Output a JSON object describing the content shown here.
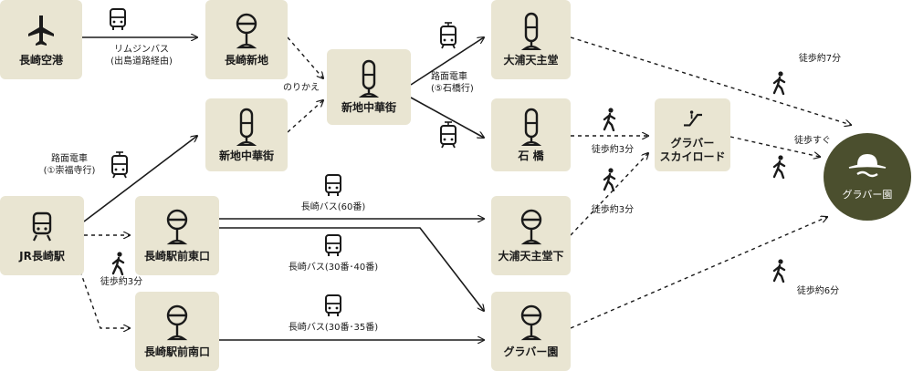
{
  "nodes": {
    "nagasaki_airport": "長崎空港",
    "nagasaki_shinchi": "長崎新地",
    "shinchi_chukagai_bus": "新地中華街",
    "shinchi_chukagai_tram": "新地中華街",
    "oura_tenshudo": "大浦天主堂",
    "ishibashi": "石 橋",
    "jr_nagasaki": "JR長崎駅",
    "ekimae_higashiguchi": "長崎駅前東口",
    "ekimae_minamiguchi": "長崎駅前南口",
    "oura_tenshudo_shita": "大浦天主堂下",
    "glover_en_stop": "グラバー園",
    "glover_skyroad": "グラバー\nスカイロード",
    "goal": "グラバー園"
  },
  "labels": {
    "limousine_bus": "リムジンバス\n(出島道路経由)",
    "norikae": "のりかえ",
    "tram_ishibashi": "路面電車\n(⑤石橋行)",
    "tram_sofukuji": "路面電車\n(①崇福寺行)",
    "bus_60": "長崎バス(60番)",
    "bus_30_40": "長崎バス(30番･40番)",
    "bus_30_35": "長崎バス(30番･35番)",
    "walk_3_east": "徒歩約3分",
    "walk_3_ishibashi": "徒歩約3分",
    "walk_3_oura": "徒歩約3分",
    "walk_7": "徒歩約7分",
    "walk_sugu": "徒歩すぐ",
    "walk_6": "徒歩約6分"
  },
  "colors": {
    "node_bg": "#e9e5d2",
    "goal_bg": "#4b4f2e",
    "line": "#1a1a1a"
  },
  "icons": {
    "node_airport": "airplane-icon",
    "node_bus_stop": "bus-stop-sign-icon",
    "node_tram_stop": "tram-stop-sign-icon",
    "node_station": "train-icon",
    "node_escalator": "escalator-icon",
    "goal": "hat-logo-icon",
    "mode_bus": "bus-icon",
    "mode_tram": "tram-icon",
    "mode_walk": "walking-person-icon"
  }
}
